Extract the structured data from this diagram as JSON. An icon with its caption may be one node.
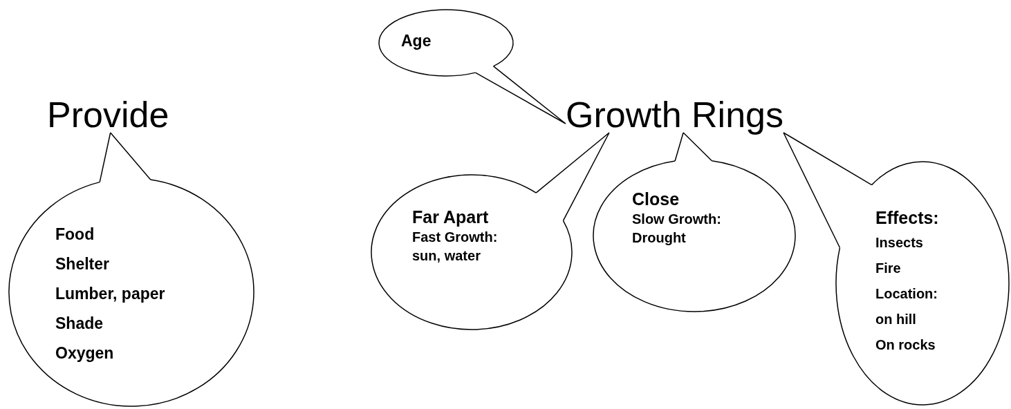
{
  "diagram": {
    "nodes": [
      {
        "text": [
          "Provide"
        ]
      },
      {
        "text": [
          "Food",
          "Shelter",
          "Lumber, paper",
          "Shade",
          "Oxygen"
        ]
      },
      {
        "text": [
          "Growth Rings"
        ]
      },
      {
        "text": [
          "Age"
        ]
      },
      {
        "text": [
          "Far Apart",
          "Fast Growth: sun, water"
        ]
      },
      {
        "text": [
          "Close",
          "Slow Growth: Drought"
        ]
      },
      {
        "text": [
          "Effects:",
          "Insects",
          "Fire",
          "Location:",
          "on hill",
          "On rocks"
        ]
      }
    ],
    "edges": [
      {
        "from": 1,
        "to": 0,
        "arrow": "none"
      },
      {
        "from": 3,
        "to": 2,
        "arrow": "none"
      },
      {
        "from": 4,
        "to": 2,
        "arrow": "none"
      },
      {
        "from": 5,
        "to": 2,
        "arrow": "none"
      },
      {
        "from": 6,
        "to": 2,
        "arrow": "none"
      }
    ]
  }
}
